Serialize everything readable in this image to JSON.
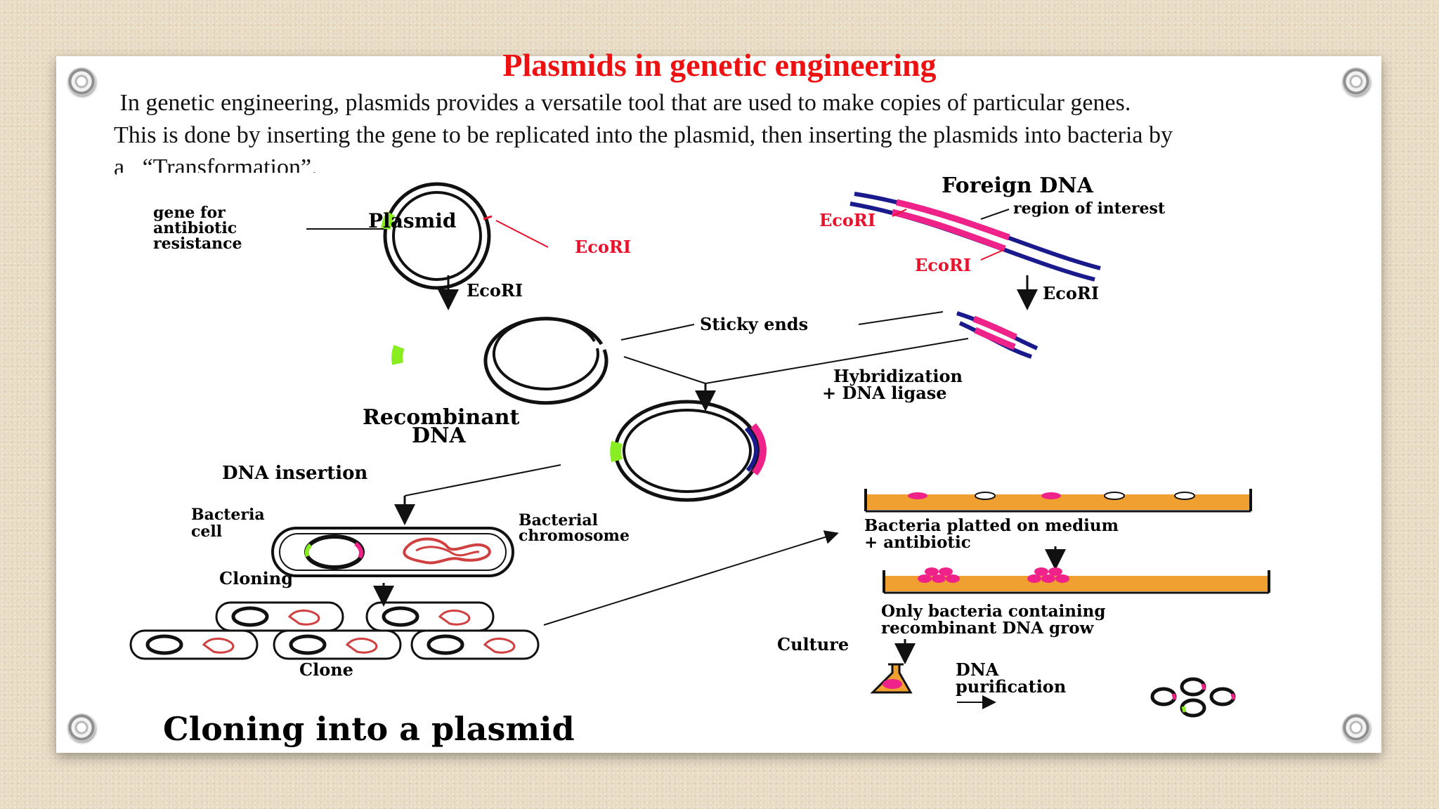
{
  "slide": {
    "title": "Plasmids in genetic engineering",
    "paragraph_line1": " In genetic engineering, plasmids provides a versatile tool that are used to make copies of particular genes.",
    "paragraph_line2": "This is done by inserting the gene to be replicated into the plasmid, then inserting the plasmids into bacteria by",
    "paragraph_line3": "a   “Transformation”."
  },
  "diagram": {
    "gene_label_1": "gene  for",
    "gene_label_2": "antibiotic",
    "gene_label_3": "resistance",
    "plasmid": "Plasmid",
    "ecori_plasmid": "EcoRI",
    "ecori_arrow_left": "EcoRI",
    "foreign_dna": "Foreign DNA",
    "region_of_interest": "region of interest",
    "ecori_foreign_1": "EcoRI",
    "ecori_foreign_2": "EcoRI",
    "ecori_arrow_right": "EcoRI",
    "sticky_ends": "Sticky ends",
    "hybridization_1": "Hybridization",
    "hybridization_2": "+ DNA ligase",
    "recombinant_1": "Recombinant",
    "recombinant_2": "DNA",
    "dna_insertion": "DNA insertion",
    "bacteria_cell_1": "Bacteria",
    "bacteria_cell_2": "cell",
    "bacterial_chromosome_1": "Bacterial",
    "bacterial_chromosome_2": "chromosome",
    "cloning": "Cloning",
    "clone": "Clone",
    "plated_1": "Bacteria platted on medium",
    "plated_2": "+ antibiotic",
    "only_bacteria_1": "Only bacteria containing",
    "only_bacteria_2": "recombinant DNA grow",
    "culture": "Culture",
    "dna_purification_1": "DNA",
    "dna_purification_2": "purification",
    "caption": "Cloning into a plasmid"
  },
  "colors": {
    "title_red": "#ee1111",
    "marker_green": "#88ee22",
    "insert_pink": "#ee2288",
    "strand_blue": "#1a1a8c",
    "ecori_red": "#e8112d",
    "medium_orange": "#f0a030"
  }
}
